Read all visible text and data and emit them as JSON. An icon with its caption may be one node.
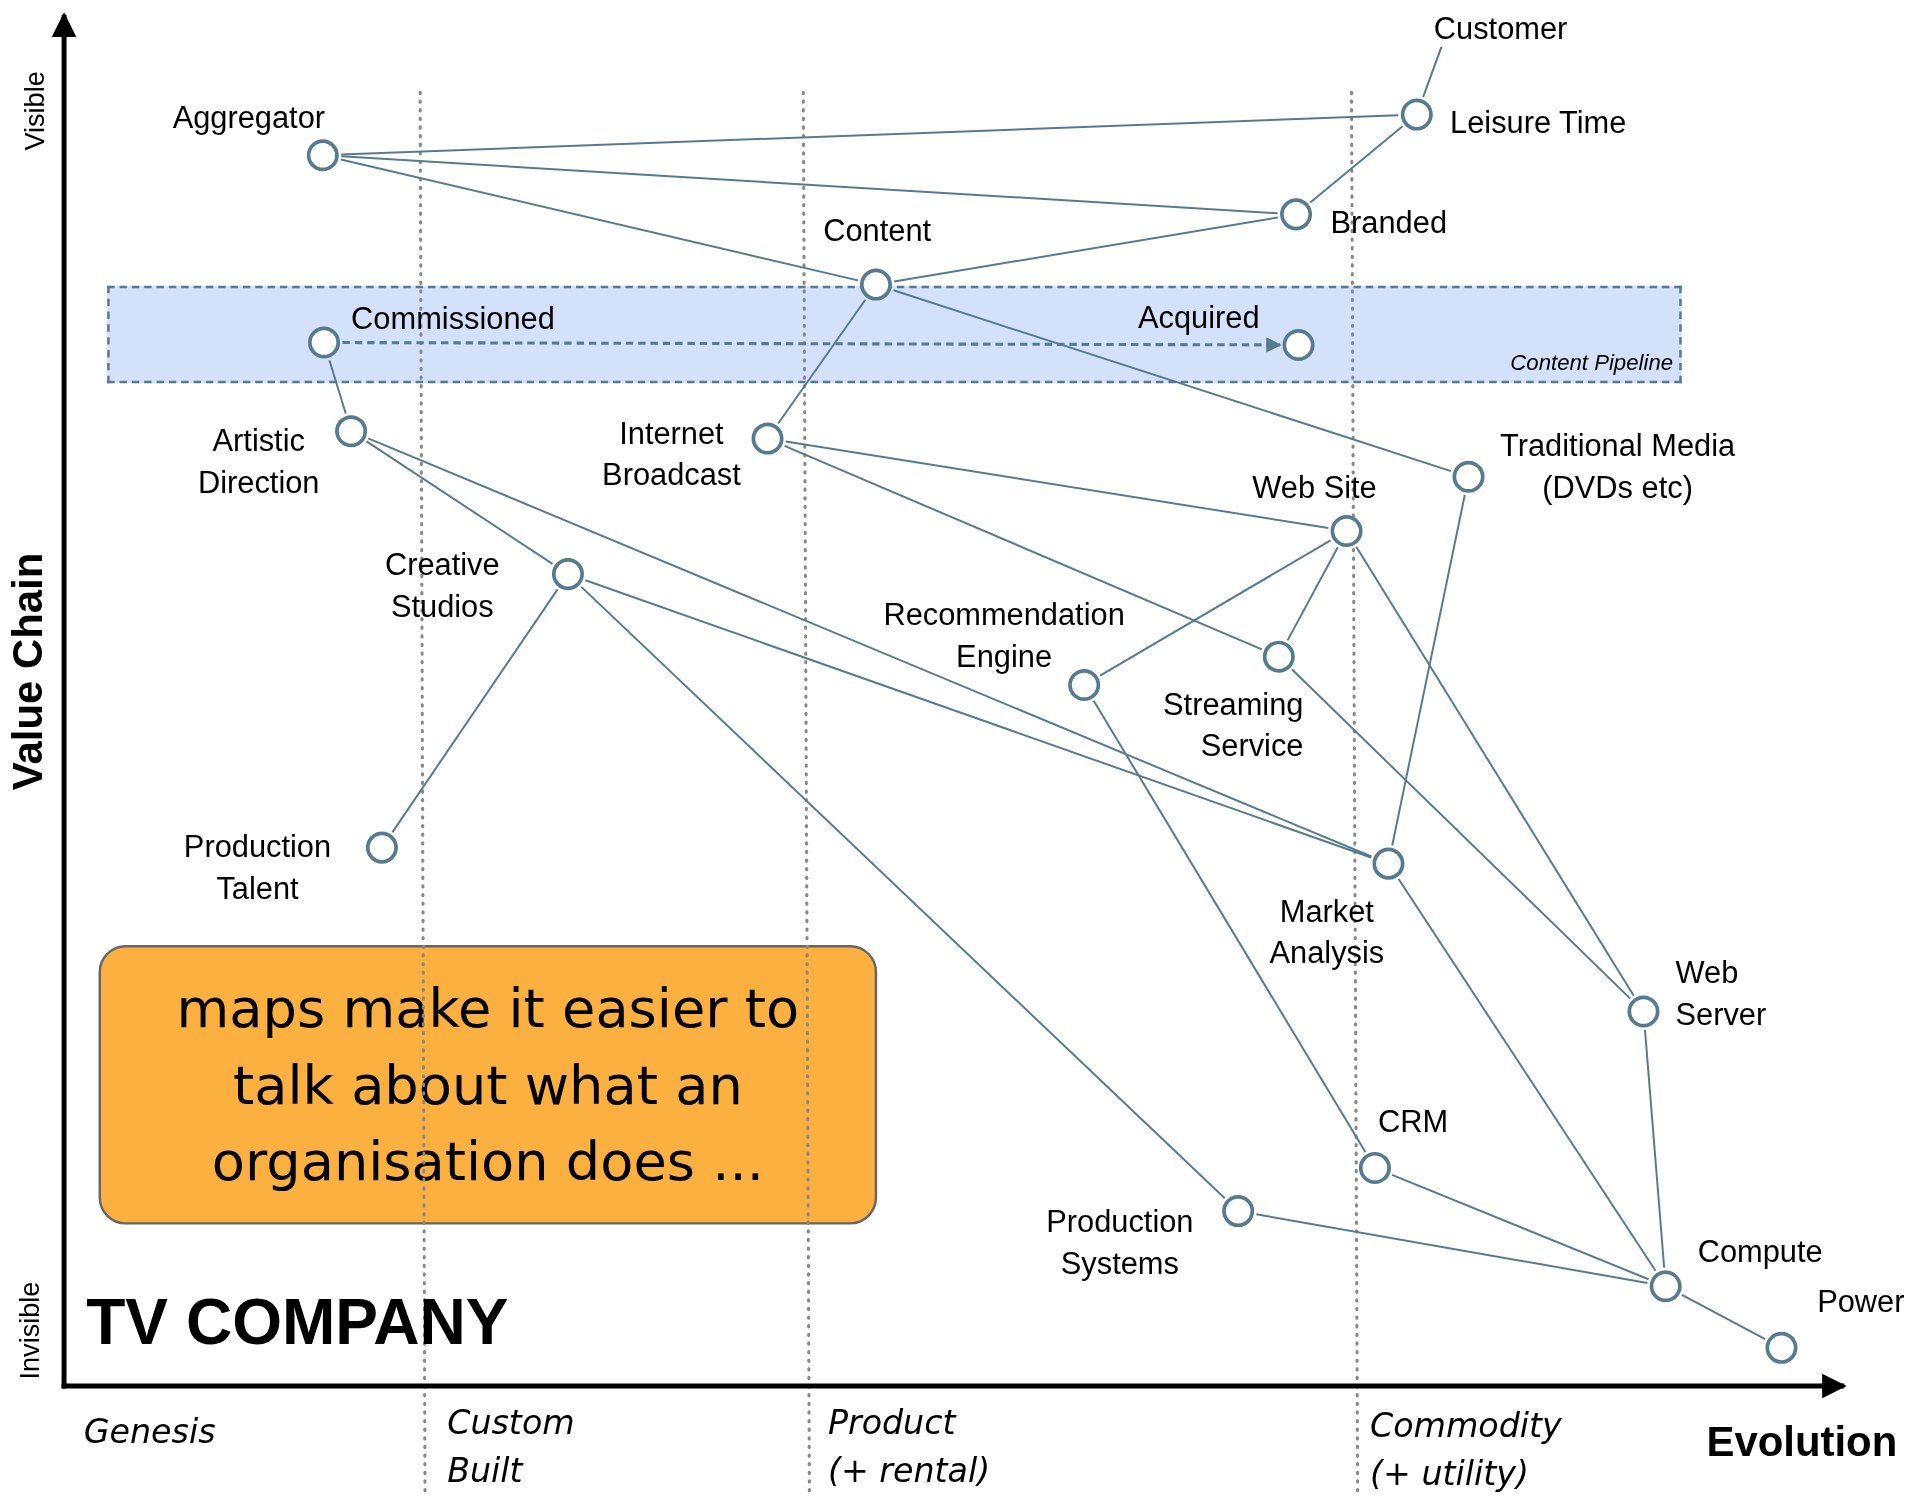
{
  "diagram": {
    "title": "TV COMPANY",
    "nodes": [
      {
        "text": [
          "Customer"
        ]
      },
      {
        "text": [],
        "shape": "circle",
        "beside": [
          "Leisure Time"
        ]
      },
      {
        "text": [],
        "shape": "circle",
        "beside": [
          "Aggregator"
        ]
      },
      {
        "text": [],
        "shape": "circle",
        "beside": [
          "Branded"
        ]
      },
      {
        "text": [],
        "shape": "circle",
        "beside": [
          "Content"
        ]
      },
      {
        "text": [
          "Content Pipeline"
        ]
      },
      {
        "text": [],
        "shape": "circle",
        "beside": [
          "Commissioned"
        ],
        "in": 5
      },
      {
        "text": [],
        "shape": "circle",
        "beside": [
          "Acquired"
        ],
        "in": 5
      },
      {
        "text": [],
        "shape": "circle",
        "beside": [
          "Artistic Direction"
        ]
      },
      {
        "text": [],
        "shape": "circle",
        "beside": [
          "Internet Broadcast"
        ]
      },
      {
        "text": [],
        "shape": "circle",
        "beside": [
          "Traditional Media (DVDs etc)"
        ]
      },
      {
        "text": [],
        "shape": "circle",
        "beside": [
          "Web Site"
        ]
      },
      {
        "text": [],
        "shape": "circle",
        "beside": [
          "Creative Studios"
        ]
      },
      {
        "text": [],
        "shape": "circle",
        "beside": [
          "Recommendation Engine"
        ]
      },
      {
        "text": [],
        "shape": "circle",
        "beside": [
          "Streaming Service"
        ]
      },
      {
        "text": [],
        "shape": "circle",
        "beside": [
          "Production Talent"
        ]
      },
      {
        "text": [],
        "shape": "circle",
        "beside": [
          "Market Analysis"
        ]
      },
      {
        "text": [],
        "shape": "circle",
        "beside": [
          "Web Server"
        ]
      },
      {
        "text": [],
        "shape": "circle",
        "beside": [
          "CRM"
        ]
      },
      {
        "text": [],
        "shape": "circle",
        "beside": [
          "Production Systems"
        ]
      },
      {
        "text": [],
        "shape": "circle",
        "beside": [
          "Compute"
        ]
      },
      {
        "text": [],
        "shape": "circle",
        "beside": [
          "Power"
        ]
      },
      {
        "text": [
          "maps make it easier to talk about what an organisation does ..."
        ]
      }
    ],
    "edges": [
      {
        "from": 0,
        "to": 1,
        "arrow": "none"
      },
      {
        "from": 1,
        "to": 2,
        "arrow": "none"
      },
      {
        "from": 1,
        "to": 3,
        "arrow": "none"
      },
      {
        "from": 2,
        "to": 3,
        "arrow": "none"
      },
      {
        "from": 2,
        "to": 4,
        "arrow": "none"
      },
      {
        "from": 3,
        "to": 4,
        "arrow": "none"
      },
      {
        "from": 4,
        "to": 10,
        "arrow": "none"
      },
      {
        "from": 4,
        "to": 9,
        "arrow": "none"
      },
      {
        "from": 6,
        "to": 7,
        "arrow": "to",
        "style": "dashed"
      },
      {
        "from": 6,
        "to": 8,
        "arrow": "none"
      },
      {
        "from": 8,
        "to": 12,
        "arrow": "none"
      },
      {
        "from": 8,
        "to": 16,
        "arrow": "none"
      },
      {
        "from": 9,
        "to": 11,
        "arrow": "none"
      },
      {
        "from": 9,
        "to": 14,
        "arrow": "none"
      },
      {
        "from": 10,
        "to": 16,
        "arrow": "none"
      },
      {
        "from": 11,
        "to": 13,
        "arrow": "none"
      },
      {
        "from": 11,
        "to": 14,
        "arrow": "none"
      },
      {
        "from": 11,
        "to": 17,
        "arrow": "none"
      },
      {
        "from": 12,
        "to": 15,
        "arrow": "none"
      },
      {
        "from": 12,
        "to": 16,
        "arrow": "none"
      },
      {
        "from": 12,
        "to": 19,
        "arrow": "none"
      },
      {
        "from": 13,
        "to": 18,
        "arrow": "none"
      },
      {
        "from": 14,
        "to": 17,
        "arrow": "none"
      },
      {
        "from": 16,
        "to": 20,
        "arrow": "none"
      },
      {
        "from": 17,
        "to": 20,
        "arrow": "none"
      },
      {
        "from": 18,
        "to": 20,
        "arrow": "none"
      },
      {
        "from": 19,
        "to": 20,
        "arrow": "none"
      },
      {
        "from": 20,
        "to": 21,
        "arrow": "none"
      }
    ],
    "labels": [
      "Visible",
      "Value Chain",
      "Invisible",
      "Genesis",
      "Custom Built",
      "Product (+ rental)",
      "Commodity (+ utility)",
      "Evolution"
    ]
  }
}
